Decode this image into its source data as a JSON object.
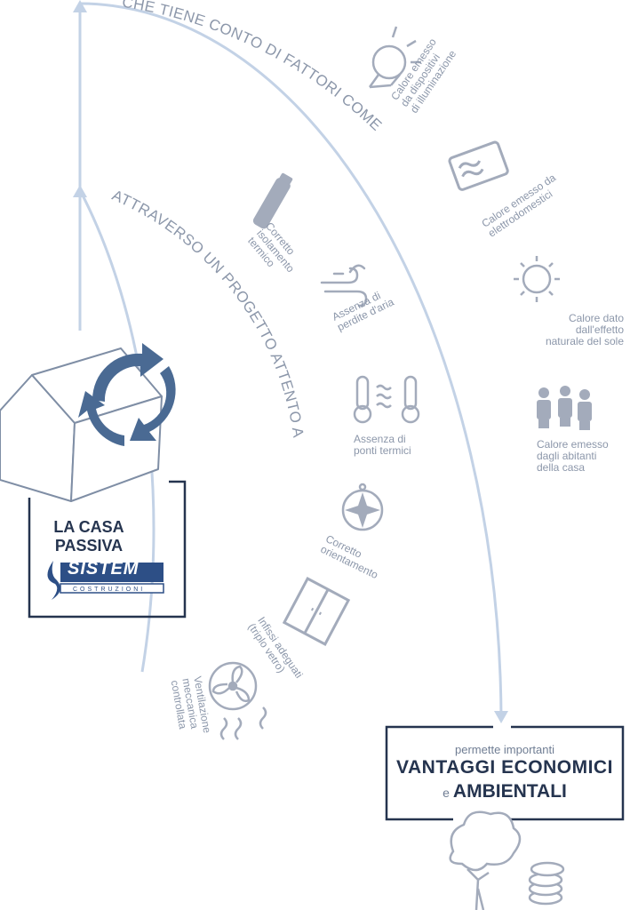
{
  "arc_outer_text": "CHE TIENE CONTO DI FATTORI COME",
  "arc_inner_text": "ATTRAVERSO UN PROGETTO ATTENTO A",
  "casa": {
    "title_line1": "LA CASA",
    "title_line2": "PASSIVA",
    "logo_main": "SISTEM",
    "logo_sub": "COSTRUZIONI"
  },
  "outer_factors": [
    {
      "icon": "lightbulb-icon",
      "text": "Calore emesso\nda dispositivi\ndi illuminazione"
    },
    {
      "icon": "microwave-icon",
      "text": "Calore emesso da\nelettrodomestici"
    },
    {
      "icon": "sun-icon",
      "text": "Calore dato\ndall'effetto\nnaturale del sole"
    },
    {
      "icon": "people-icon",
      "text": "Calore emesso\ndagli abitanti\ndella casa"
    }
  ],
  "inner_factors": [
    {
      "icon": "thermos-icon",
      "text": "Corretto\nisolamento\ntermico"
    },
    {
      "icon": "wind-icon",
      "text": "Assenza di\nperdite d'aria"
    },
    {
      "icon": "thermometer-icon",
      "text": "Assenza di\nponti termici"
    },
    {
      "icon": "compass-icon",
      "text": "Corretto\norientamento"
    },
    {
      "icon": "window-icon",
      "text": "Infissi adeguati\n(triplo vetro)"
    },
    {
      "icon": "fan-icon",
      "text": "Ventilazione\nmeccanica\ncontrollata"
    }
  ],
  "vantaggi": {
    "line1": "permette  importanti",
    "line2": "VANTAGGI ECONOMICI",
    "line3_prefix": "e",
    "line3_bold": "AMBIENTALI"
  },
  "colors": {
    "line": "#c3d2e6",
    "icon": "#a3abbb",
    "text": "#8c97aa",
    "dark": "#25344f",
    "accent_blue": "#4a6a93",
    "brand": "#2d4f86"
  }
}
